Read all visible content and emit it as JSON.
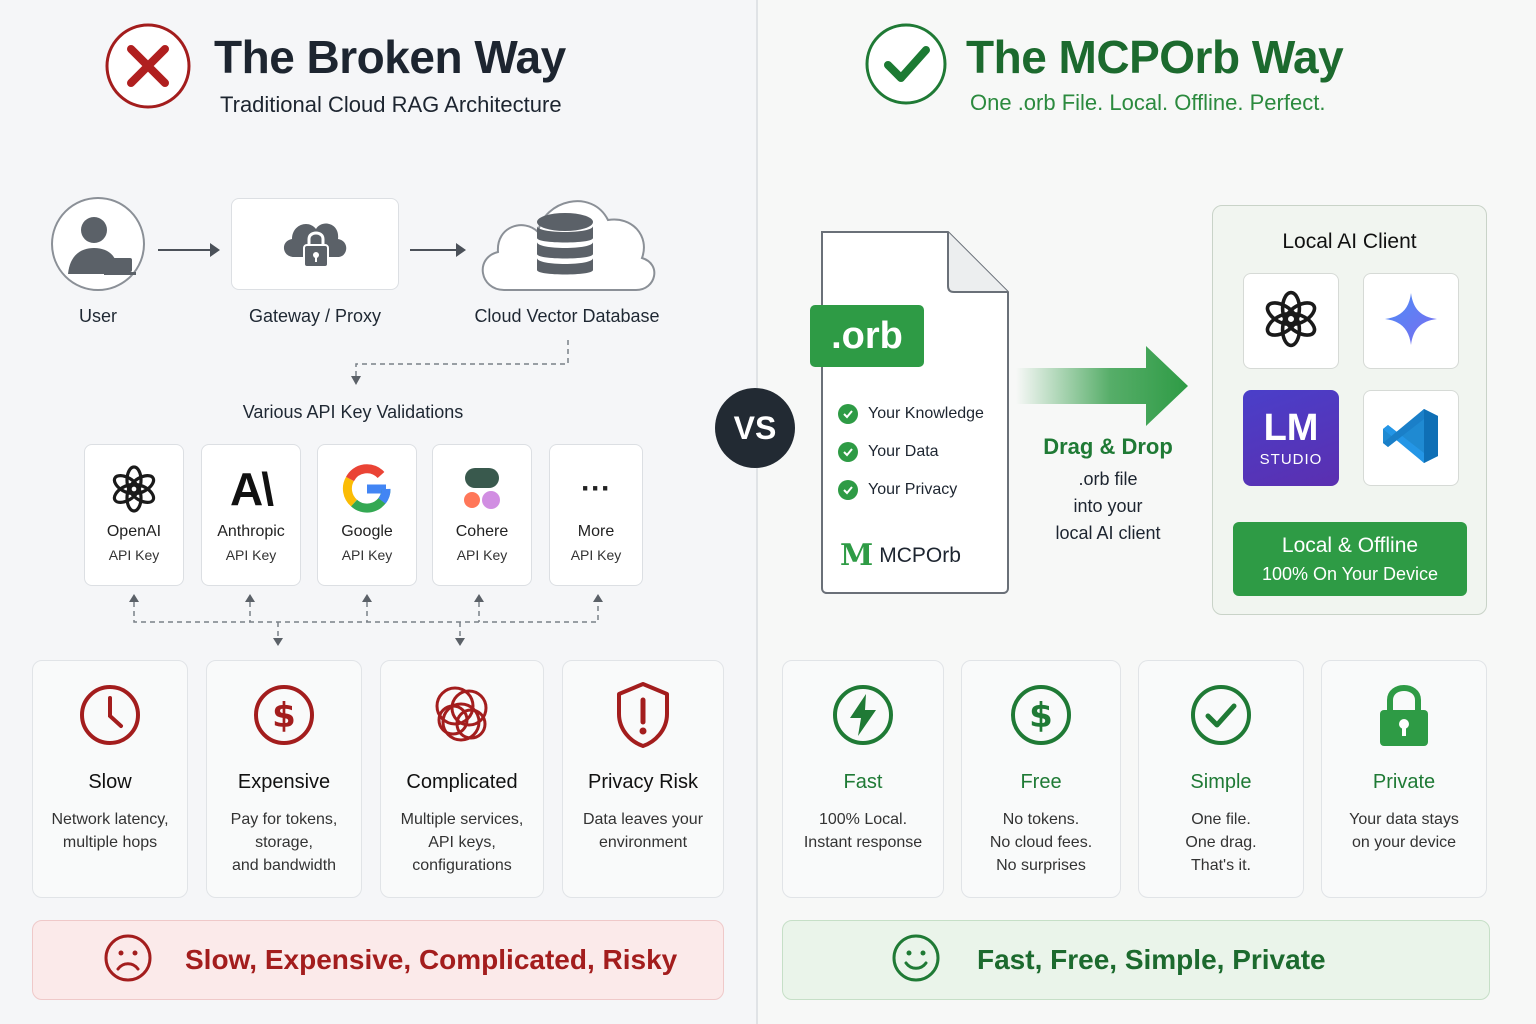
{
  "left": {
    "title": "The Broken Way",
    "subtitle": "Traditional Cloud RAG Architecture",
    "flow": {
      "user": "User",
      "gateway": "Gateway / Proxy",
      "cloud": "Cloud Vector Database"
    },
    "validations_label": "Various API Key Validations",
    "api_keys": [
      {
        "name": "OpenAI",
        "sub": "API Key",
        "icon": "openai-icon"
      },
      {
        "name": "Anthropic",
        "sub": "API Key",
        "icon": "anthropic-icon"
      },
      {
        "name": "Google",
        "sub": "API Key",
        "icon": "google-icon"
      },
      {
        "name": "Cohere",
        "sub": "API Key",
        "icon": "cohere-icon"
      },
      {
        "name": "More",
        "sub": "API Key",
        "icon": "ellipsis-icon",
        "glyph": "···"
      }
    ],
    "features": [
      {
        "title": "Slow",
        "desc": "Network latency,\nmultiple hops",
        "icon": "clock-icon"
      },
      {
        "title": "Expensive",
        "desc": "Pay for tokens,\nstorage,\nand bandwidth",
        "icon": "dollar-icon"
      },
      {
        "title": "Complicated",
        "desc": "Multiple services,\nAPI keys,\nconfigurations",
        "icon": "tangle-icon"
      },
      {
        "title": "Privacy Risk",
        "desc": "Data leaves your\nenvironment",
        "icon": "shield-alert-icon"
      }
    ],
    "banner": "Slow, Expensive, Complicated, Risky",
    "anthropic_glyph": "A\\",
    "colors": {
      "accent": "#a31d1d",
      "banner_bg": "#fbeaea"
    }
  },
  "vs": "VS",
  "right": {
    "title": "The MCPOrb Way",
    "subtitle": "One .orb File. Local. Offline. Perfect.",
    "file_badge": ".orb",
    "file_items": [
      "Your Knowledge",
      "Your Data",
      "Your Privacy"
    ],
    "file_brand": "MCPOrb",
    "file_brand_glyph": "M",
    "drag": {
      "title": "Drag & Drop",
      "lines": [
        ".orb file",
        "into your",
        "local AI client"
      ]
    },
    "client": {
      "title": "Local AI Client",
      "lm_top": "LM",
      "lm_bottom": "STUDIO",
      "badge_line1": "Local & Offline",
      "badge_line2": "100% On Your Device"
    },
    "features": [
      {
        "title": "Fast",
        "desc": "100% Local.\nInstant response",
        "icon": "bolt-icon"
      },
      {
        "title": "Free",
        "desc": "No tokens.\nNo cloud fees.\nNo surprises",
        "icon": "dollar-icon"
      },
      {
        "title": "Simple",
        "desc": "One file.\nOne drag.\nThat's it.",
        "icon": "check-circle-icon"
      },
      {
        "title": "Private",
        "desc": "Your data stays\non your device",
        "icon": "padlock-icon"
      }
    ],
    "banner": "Fast, Free, Simple, Private",
    "colors": {
      "accent": "#1f7a35",
      "banner_bg": "#eaf4ea"
    }
  }
}
